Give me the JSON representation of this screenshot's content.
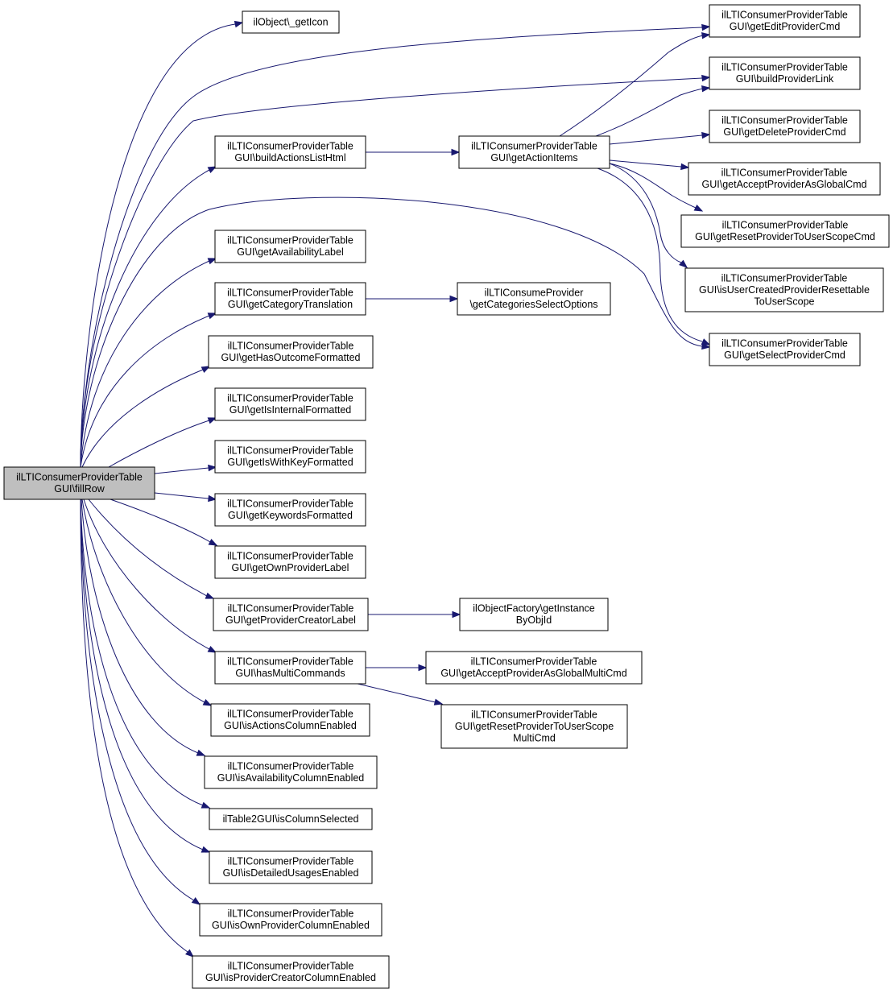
{
  "diagram": {
    "edge_color": "#191970",
    "root_fill": "#bfbfbf",
    "node_fill": "#ffffff",
    "nodes": [
      {
        "id": "fillRow",
        "lines": [
          "ilLTIConsumerProviderTable",
          "GUI\\fillRow"
        ],
        "root": true
      },
      {
        "id": "getIcon",
        "lines": [
          "ilObject\\_getIcon"
        ]
      },
      {
        "id": "buildActionsListHtml",
        "lines": [
          "ilLTIConsumerProviderTable",
          "GUI\\buildActionsListHtml"
        ]
      },
      {
        "id": "getAvailabilityLabel",
        "lines": [
          "ilLTIConsumerProviderTable",
          "GUI\\getAvailabilityLabel"
        ]
      },
      {
        "id": "getCategoryTranslation",
        "lines": [
          "ilLTIConsumerProviderTable",
          "GUI\\getCategoryTranslation"
        ]
      },
      {
        "id": "getHasOutcomeFormatted",
        "lines": [
          "ilLTIConsumerProviderTable",
          "GUI\\getHasOutcomeFormatted"
        ]
      },
      {
        "id": "getIsInternalFormatted",
        "lines": [
          "ilLTIConsumerProviderTable",
          "GUI\\getIsInternalFormatted"
        ]
      },
      {
        "id": "getIsWithKeyFormatted",
        "lines": [
          "ilLTIConsumerProviderTable",
          "GUI\\getIsWithKeyFormatted"
        ]
      },
      {
        "id": "getKeywordsFormatted",
        "lines": [
          "ilLTIConsumerProviderTable",
          "GUI\\getKeywordsFormatted"
        ]
      },
      {
        "id": "getOwnProviderLabel",
        "lines": [
          "ilLTIConsumerProviderTable",
          "GUI\\getOwnProviderLabel"
        ]
      },
      {
        "id": "getProviderCreatorLabel",
        "lines": [
          "ilLTIConsumerProviderTable",
          "GUI\\getProviderCreatorLabel"
        ]
      },
      {
        "id": "hasMultiCommands",
        "lines": [
          "ilLTIConsumerProviderTable",
          "GUI\\hasMultiCommands"
        ]
      },
      {
        "id": "isActionsColumnEnabled",
        "lines": [
          "ilLTIConsumerProviderTable",
          "GUI\\isActionsColumnEnabled"
        ]
      },
      {
        "id": "isAvailabilityColumnEnabled",
        "lines": [
          "ilLTIConsumerProviderTable",
          "GUI\\isAvailabilityColumnEnabled"
        ]
      },
      {
        "id": "isColumnSelected",
        "lines": [
          "ilTable2GUI\\isColumnSelected"
        ]
      },
      {
        "id": "isDetailedUsagesEnabled",
        "lines": [
          "ilLTIConsumerProviderTable",
          "GUI\\isDetailedUsagesEnabled"
        ]
      },
      {
        "id": "isOwnProviderColumnEnabled",
        "lines": [
          "ilLTIConsumerProviderTable",
          "GUI\\isOwnProviderColumnEnabled"
        ]
      },
      {
        "id": "isProviderCreatorColumnEnabled",
        "lines": [
          "ilLTIConsumerProviderTable",
          "GUI\\isProviderCreatorColumnEnabled"
        ]
      },
      {
        "id": "getActionItems",
        "lines": [
          "ilLTIConsumerProviderTable",
          "GUI\\getActionItems"
        ]
      },
      {
        "id": "getCategoriesSelectOptions",
        "lines": [
          "ilLTIConsumeProvider",
          "\\getCategoriesSelectOptions"
        ]
      },
      {
        "id": "getInstanceByObjId",
        "lines": [
          "ilObjectFactory\\getInstance",
          "ByObjId"
        ]
      },
      {
        "id": "getAcceptProviderAsGlobalMultiCmd",
        "lines": [
          "ilLTIConsumerProviderTable",
          "GUI\\getAcceptProviderAsGlobalMultiCmd"
        ]
      },
      {
        "id": "getResetProviderToUserScopeMultiCmd",
        "lines": [
          "ilLTIConsumerProviderTable",
          "GUI\\getResetProviderToUserScope",
          "MultiCmd"
        ]
      },
      {
        "id": "getEditProviderCmd",
        "lines": [
          "ilLTIConsumerProviderTable",
          "GUI\\getEditProviderCmd"
        ]
      },
      {
        "id": "buildProviderLink",
        "lines": [
          "ilLTIConsumerProviderTable",
          "GUI\\buildProviderLink"
        ]
      },
      {
        "id": "getDeleteProviderCmd",
        "lines": [
          "ilLTIConsumerProviderTable",
          "GUI\\getDeleteProviderCmd"
        ]
      },
      {
        "id": "getAcceptProviderAsGlobalCmd",
        "lines": [
          "ilLTIConsumerProviderTable",
          "GUI\\getAcceptProviderAsGlobalCmd"
        ]
      },
      {
        "id": "getResetProviderToUserScopeCmd",
        "lines": [
          "ilLTIConsumerProviderTable",
          "GUI\\getResetProviderToUserScopeCmd"
        ]
      },
      {
        "id": "isUserCreatedProviderResettableToUserScope",
        "lines": [
          "ilLTIConsumerProviderTable",
          "GUI\\isUserCreatedProviderResettable",
          "ToUserScope"
        ]
      },
      {
        "id": "getSelectProviderCmd",
        "lines": [
          "ilLTIConsumerProviderTable",
          "GUI\\getSelectProviderCmd"
        ]
      }
    ],
    "edges": [
      {
        "from": "fillRow",
        "to": "getIcon"
      },
      {
        "from": "fillRow",
        "to": "getEditProviderCmd"
      },
      {
        "from": "fillRow",
        "to": "buildProviderLink"
      },
      {
        "from": "fillRow",
        "to": "buildActionsListHtml"
      },
      {
        "from": "fillRow",
        "to": "getSelectProviderCmd"
      },
      {
        "from": "fillRow",
        "to": "getAvailabilityLabel"
      },
      {
        "from": "fillRow",
        "to": "getCategoryTranslation"
      },
      {
        "from": "fillRow",
        "to": "getHasOutcomeFormatted"
      },
      {
        "from": "fillRow",
        "to": "getIsInternalFormatted"
      },
      {
        "from": "fillRow",
        "to": "getIsWithKeyFormatted"
      },
      {
        "from": "fillRow",
        "to": "getKeywordsFormatted"
      },
      {
        "from": "fillRow",
        "to": "getOwnProviderLabel"
      },
      {
        "from": "fillRow",
        "to": "getProviderCreatorLabel"
      },
      {
        "from": "fillRow",
        "to": "hasMultiCommands"
      },
      {
        "from": "fillRow",
        "to": "isActionsColumnEnabled"
      },
      {
        "from": "fillRow",
        "to": "isAvailabilityColumnEnabled"
      },
      {
        "from": "fillRow",
        "to": "isColumnSelected"
      },
      {
        "from": "fillRow",
        "to": "isDetailedUsagesEnabled"
      },
      {
        "from": "fillRow",
        "to": "isOwnProviderColumnEnabled"
      },
      {
        "from": "fillRow",
        "to": "isProviderCreatorColumnEnabled"
      },
      {
        "from": "buildActionsListHtml",
        "to": "getActionItems"
      },
      {
        "from": "getCategoryTranslation",
        "to": "getCategoriesSelectOptions"
      },
      {
        "from": "getProviderCreatorLabel",
        "to": "getInstanceByObjId"
      },
      {
        "from": "hasMultiCommands",
        "to": "getAcceptProviderAsGlobalMultiCmd"
      },
      {
        "from": "hasMultiCommands",
        "to": "getResetProviderToUserScopeMultiCmd"
      },
      {
        "from": "getActionItems",
        "to": "getEditProviderCmd"
      },
      {
        "from": "getActionItems",
        "to": "buildProviderLink"
      },
      {
        "from": "getActionItems",
        "to": "getDeleteProviderCmd"
      },
      {
        "from": "getActionItems",
        "to": "getAcceptProviderAsGlobalCmd"
      },
      {
        "from": "getActionItems",
        "to": "getResetProviderToUserScopeCmd"
      },
      {
        "from": "getActionItems",
        "to": "isUserCreatedProviderResettableToUserScope"
      },
      {
        "from": "getActionItems",
        "to": "getSelectProviderCmd"
      }
    ]
  }
}
